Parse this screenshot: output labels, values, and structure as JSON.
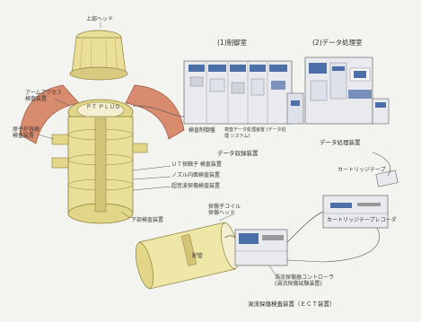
{
  "labels": {
    "top_cap": "上部ヘッド",
    "plug": "ＰＴ ＰＬＵＧ",
    "arm_device": "アームアクセス\n検査装置",
    "vessel_scan": "原子炉容器\n検査装置",
    "sensor_note1": "ＵＴ探触子 検査装置",
    "sensor_note2": "ノズル内面検査装置",
    "nozzle_device": "超音波探傷検査装置",
    "lower_device": "下部検査装置",
    "control_room": "(1)制御室",
    "data_room": "(2)データ処理室",
    "control_sub1": "検査制御盤",
    "control_sub2": "検査データ処理装置 (データ処理 システム)",
    "data_acq": "データ収録装置",
    "data_proc": "データ処理装置",
    "cartridge_tape": "カートリッジテープ",
    "recorder": "カートリッジテープレコーダ",
    "probe_label": "探傷子コイル\n探傷ヘッド",
    "pipe_label": "配管",
    "analyzer_label": "渦流探傷器コントローラ\n(渦流探傷試験装置)",
    "caption": "渦流探傷検査装置（ＥＣＴ装置）"
  },
  "colors": {
    "vessel": "#eadf98",
    "vessel_dark": "#c9bb6a",
    "arm": "#d98b6e",
    "pipe": "#efe7a8",
    "console": "#e9eaee",
    "panel_blue": "#4d6fa8",
    "line": "#555555"
  }
}
